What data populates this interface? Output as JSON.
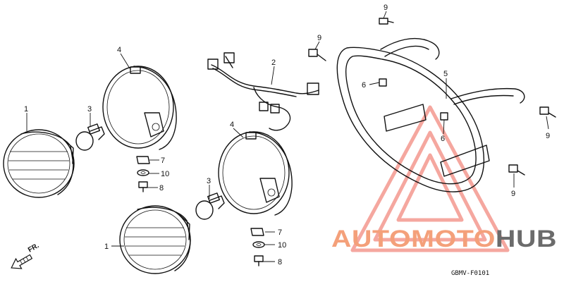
{
  "diagram": {
    "callouts": {
      "headlight_left": "1",
      "headlight_right": "1",
      "wire_harness": "2",
      "bulb_left": "3",
      "bulb_right": "3",
      "case_left": "4",
      "case_right": "4",
      "guard": "5",
      "collar_top": "6",
      "collar_mid": "6",
      "nut_left": "7",
      "nut_right": "7",
      "bolt_left": "8",
      "bolt_right": "8",
      "bolt_top": "9",
      "bolt_upper": "9",
      "bolt_side": "9",
      "bolt_lower": "9",
      "washer_left": "10",
      "washer_right": "10"
    },
    "direction_label": "FR.",
    "diagram_code": "GBMV-F0101"
  },
  "watermark": {
    "text_part1": "AUTOMOTO",
    "text_part2": "HUB",
    "color_accent": "#f4a07a",
    "color_dark": "#6b6b6b",
    "color_triangle": "#f28a80"
  }
}
